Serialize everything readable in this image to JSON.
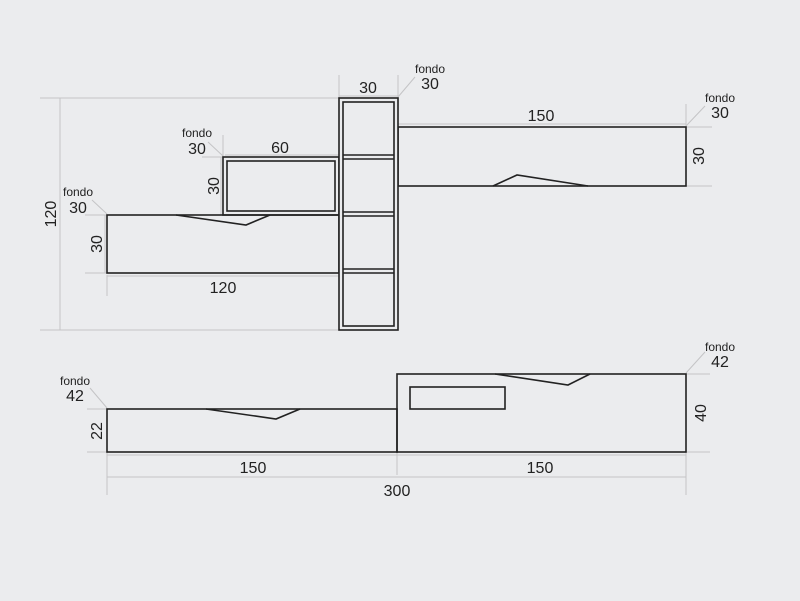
{
  "top_view": {
    "total_height": "120",
    "bookcase": {
      "width": "30",
      "fondo_label": "fondo",
      "fondo_value": "30"
    },
    "right_shelf": {
      "width": "150",
      "height": "30",
      "fondo_label": "fondo",
      "fondo_value": "30"
    },
    "small_box": {
      "width": "60",
      "height": "30",
      "fondo_label": "fondo",
      "fondo_value": "30"
    },
    "left_shelf": {
      "width": "120",
      "height": "30",
      "fondo_label": "fondo",
      "fondo_value": "30"
    }
  },
  "bottom_view": {
    "left_unit": {
      "width": "150",
      "height": "22",
      "fondo_label": "fondo",
      "fondo_value": "42"
    },
    "right_unit": {
      "width": "150",
      "height": "40",
      "fondo_label": "fondo",
      "fondo_value": "42"
    },
    "total_width": "300"
  }
}
